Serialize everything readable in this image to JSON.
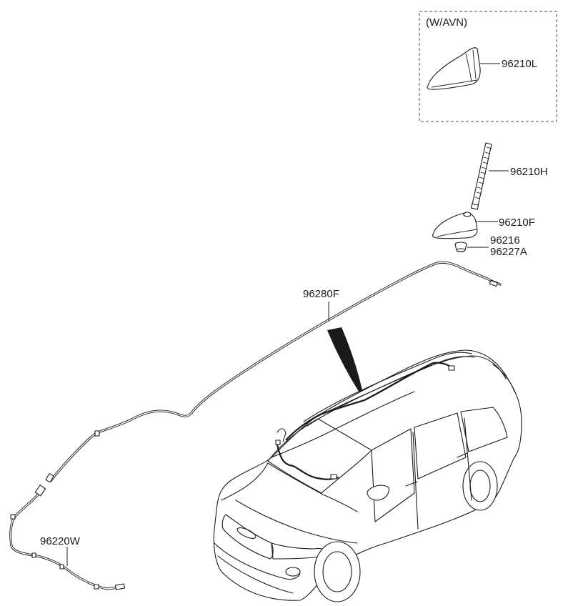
{
  "variant_box": {
    "title": "(W/AVN)"
  },
  "parts": [
    {
      "id": "shark-fin-avn",
      "number": "96210L"
    },
    {
      "id": "antenna-rod",
      "number": "96210H"
    },
    {
      "id": "antenna-base",
      "number": "96210F"
    },
    {
      "id": "antenna-nut",
      "number": "96216"
    },
    {
      "id": "antenna-gasket",
      "number": "96227A"
    },
    {
      "id": "roof-feeder-cable",
      "number": "96280F"
    },
    {
      "id": "extension-cable",
      "number": "96220W"
    }
  ]
}
